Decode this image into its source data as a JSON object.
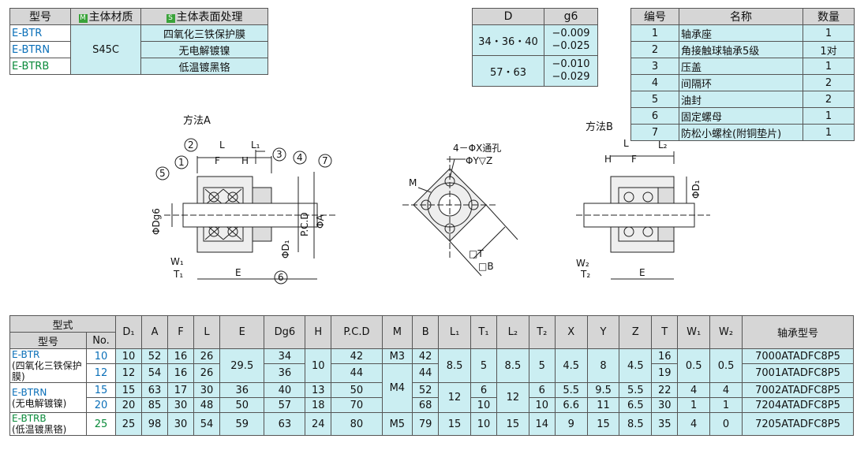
{
  "spec": {
    "headers": {
      "model": "型号",
      "material": "主体材质",
      "surface": "主体表面处理",
      "mat_tag": "M",
      "surf_tag": "S"
    },
    "rows": [
      {
        "model": "E-BTR",
        "surface": "四氧化三铁保护膜"
      },
      {
        "model": "E-BTRN",
        "surface": "无电解镀镍"
      },
      {
        "model": "E-BTRB",
        "surface": "低温镀黑铬"
      }
    ],
    "material": "S45C"
  },
  "tol": {
    "headers": {
      "d": "D",
      "g6": "g6"
    },
    "rows": [
      {
        "d": "34・36・40",
        "upper": "−0.009",
        "lower": "−0.025"
      },
      {
        "d": "57・63",
        "upper": "−0.010",
        "lower": "−0.029"
      }
    ]
  },
  "parts": {
    "headers": {
      "no": "编号",
      "name": "名称",
      "qty": "数量"
    },
    "rows": [
      {
        "no": "1",
        "name": "轴承座",
        "qty": "1"
      },
      {
        "no": "2",
        "name": "角接触球轴承5级",
        "qty": "1对"
      },
      {
        "no": "3",
        "name": "压盖",
        "qty": "1"
      },
      {
        "no": "4",
        "name": "间隔环",
        "qty": "2"
      },
      {
        "no": "5",
        "name": "油封",
        "qty": "2"
      },
      {
        "no": "6",
        "name": "固定螺母",
        "qty": "1"
      },
      {
        "no": "7",
        "name": "防松小螺栓(附铜垫片)",
        "qty": "1"
      }
    ]
  },
  "drawing": {
    "method_a": "方法A",
    "method_b": "方法B",
    "hole_note": "4－ΦX通孔",
    "hole_note2": "ΦY▽Z",
    "labels": {
      "L": "L",
      "L1": "L₁",
      "F": "F",
      "H": "H",
      "E": "E",
      "W1": "W₁",
      "T1": "T₁",
      "W2": "W₂",
      "T2": "T₂",
      "L2": "L₂",
      "Dg6": "ΦDg6",
      "PCD": "P.C.D",
      "A": "ΦA",
      "D1": "ΦD₁",
      "M": "M",
      "T": "□T",
      "B": "□B",
      "c1": "1",
      "c2": "2",
      "c3": "3",
      "c4": "4",
      "c5": "5",
      "c6": "6",
      "c7": "7"
    }
  },
  "main_table": {
    "type_header": "型式",
    "model_header": "型号",
    "no_header": "No.",
    "columns": [
      "D₁",
      "A",
      "F",
      "L",
      "E",
      "Dg6",
      "H",
      "P.C.D",
      "M",
      "B",
      "L₁",
      "T₁",
      "L₂",
      "T₂",
      "X",
      "Y",
      "Z",
      "T",
      "W₁",
      "W₂"
    ],
    "bearing_header": "轴承型号",
    "models": [
      {
        "code": "E-BTR",
        "desc": "(四氧化三铁保护膜)"
      },
      {
        "code": "E-BTRN",
        "desc": "(无电解镀镍)"
      },
      {
        "code": "E-BTRB",
        "desc": "(低温镀黑铬)"
      }
    ],
    "rows": [
      {
        "no": "10",
        "D1": "10",
        "A": "52",
        "F": "16",
        "L": "26",
        "Dg6": "34",
        "PCD": "42",
        "B": "42",
        "T": "16",
        "bearing": "7000ATADFC8P5"
      },
      {
        "no": "12",
        "D1": "12",
        "A": "54",
        "F": "16",
        "L": "26",
        "Dg6": "36",
        "PCD": "44",
        "B": "44",
        "T": "19",
        "bearing": "7001ATADFC8P5"
      },
      {
        "no": "15",
        "D1": "15",
        "A": "63",
        "F": "17",
        "L": "30",
        "E": "36",
        "Dg6": "40",
        "H": "13",
        "PCD": "50",
        "B": "52",
        "T1": "6",
        "T2": "6",
        "X": "5.5",
        "Y": "9.5",
        "Z": "5.5",
        "T": "22",
        "W1": "4",
        "W2": "4",
        "bearing": "7002ATADFC8P5"
      },
      {
        "no": "20",
        "D1": "20",
        "A": "85",
        "F": "30",
        "L": "48",
        "E": "50",
        "Dg6": "57",
        "H": "18",
        "PCD": "70",
        "B": "68",
        "T1": "10",
        "T2": "10",
        "X": "6.6",
        "Y": "11",
        "Z": "6.5",
        "T": "30",
        "W1": "1",
        "W2": "1",
        "bearing": "7204ATADFC8P5"
      },
      {
        "no": "25",
        "D1": "25",
        "A": "98",
        "F": "30",
        "L": "54",
        "E": "59",
        "Dg6": "63",
        "H": "24",
        "PCD": "80",
        "M": "M5",
        "B": "79",
        "L1": "15",
        "T1": "10",
        "L2": "15",
        "T2": "14",
        "X": "9",
        "Y": "15",
        "Z": "8.5",
        "T": "35",
        "W1": "4",
        "W2": "0",
        "bearing": "7205ATADFC8P5"
      }
    ],
    "merged": {
      "E_10_12": "29.5",
      "H_10_12": "10",
      "M_10_12": "M3",
      "M_15_20": "M4",
      "L1_10_12": "8.5",
      "T1_10_12": "5",
      "L2_10_12": "8.5",
      "T2_10_12": "5",
      "X_10_12": "4.5",
      "Y_10_12": "8",
      "Z_10_12": "4.5",
      "W1_10_12": "0.5",
      "W2_10_12": "0.5",
      "L1_15_20": "12",
      "L2_15_20": "12"
    }
  }
}
